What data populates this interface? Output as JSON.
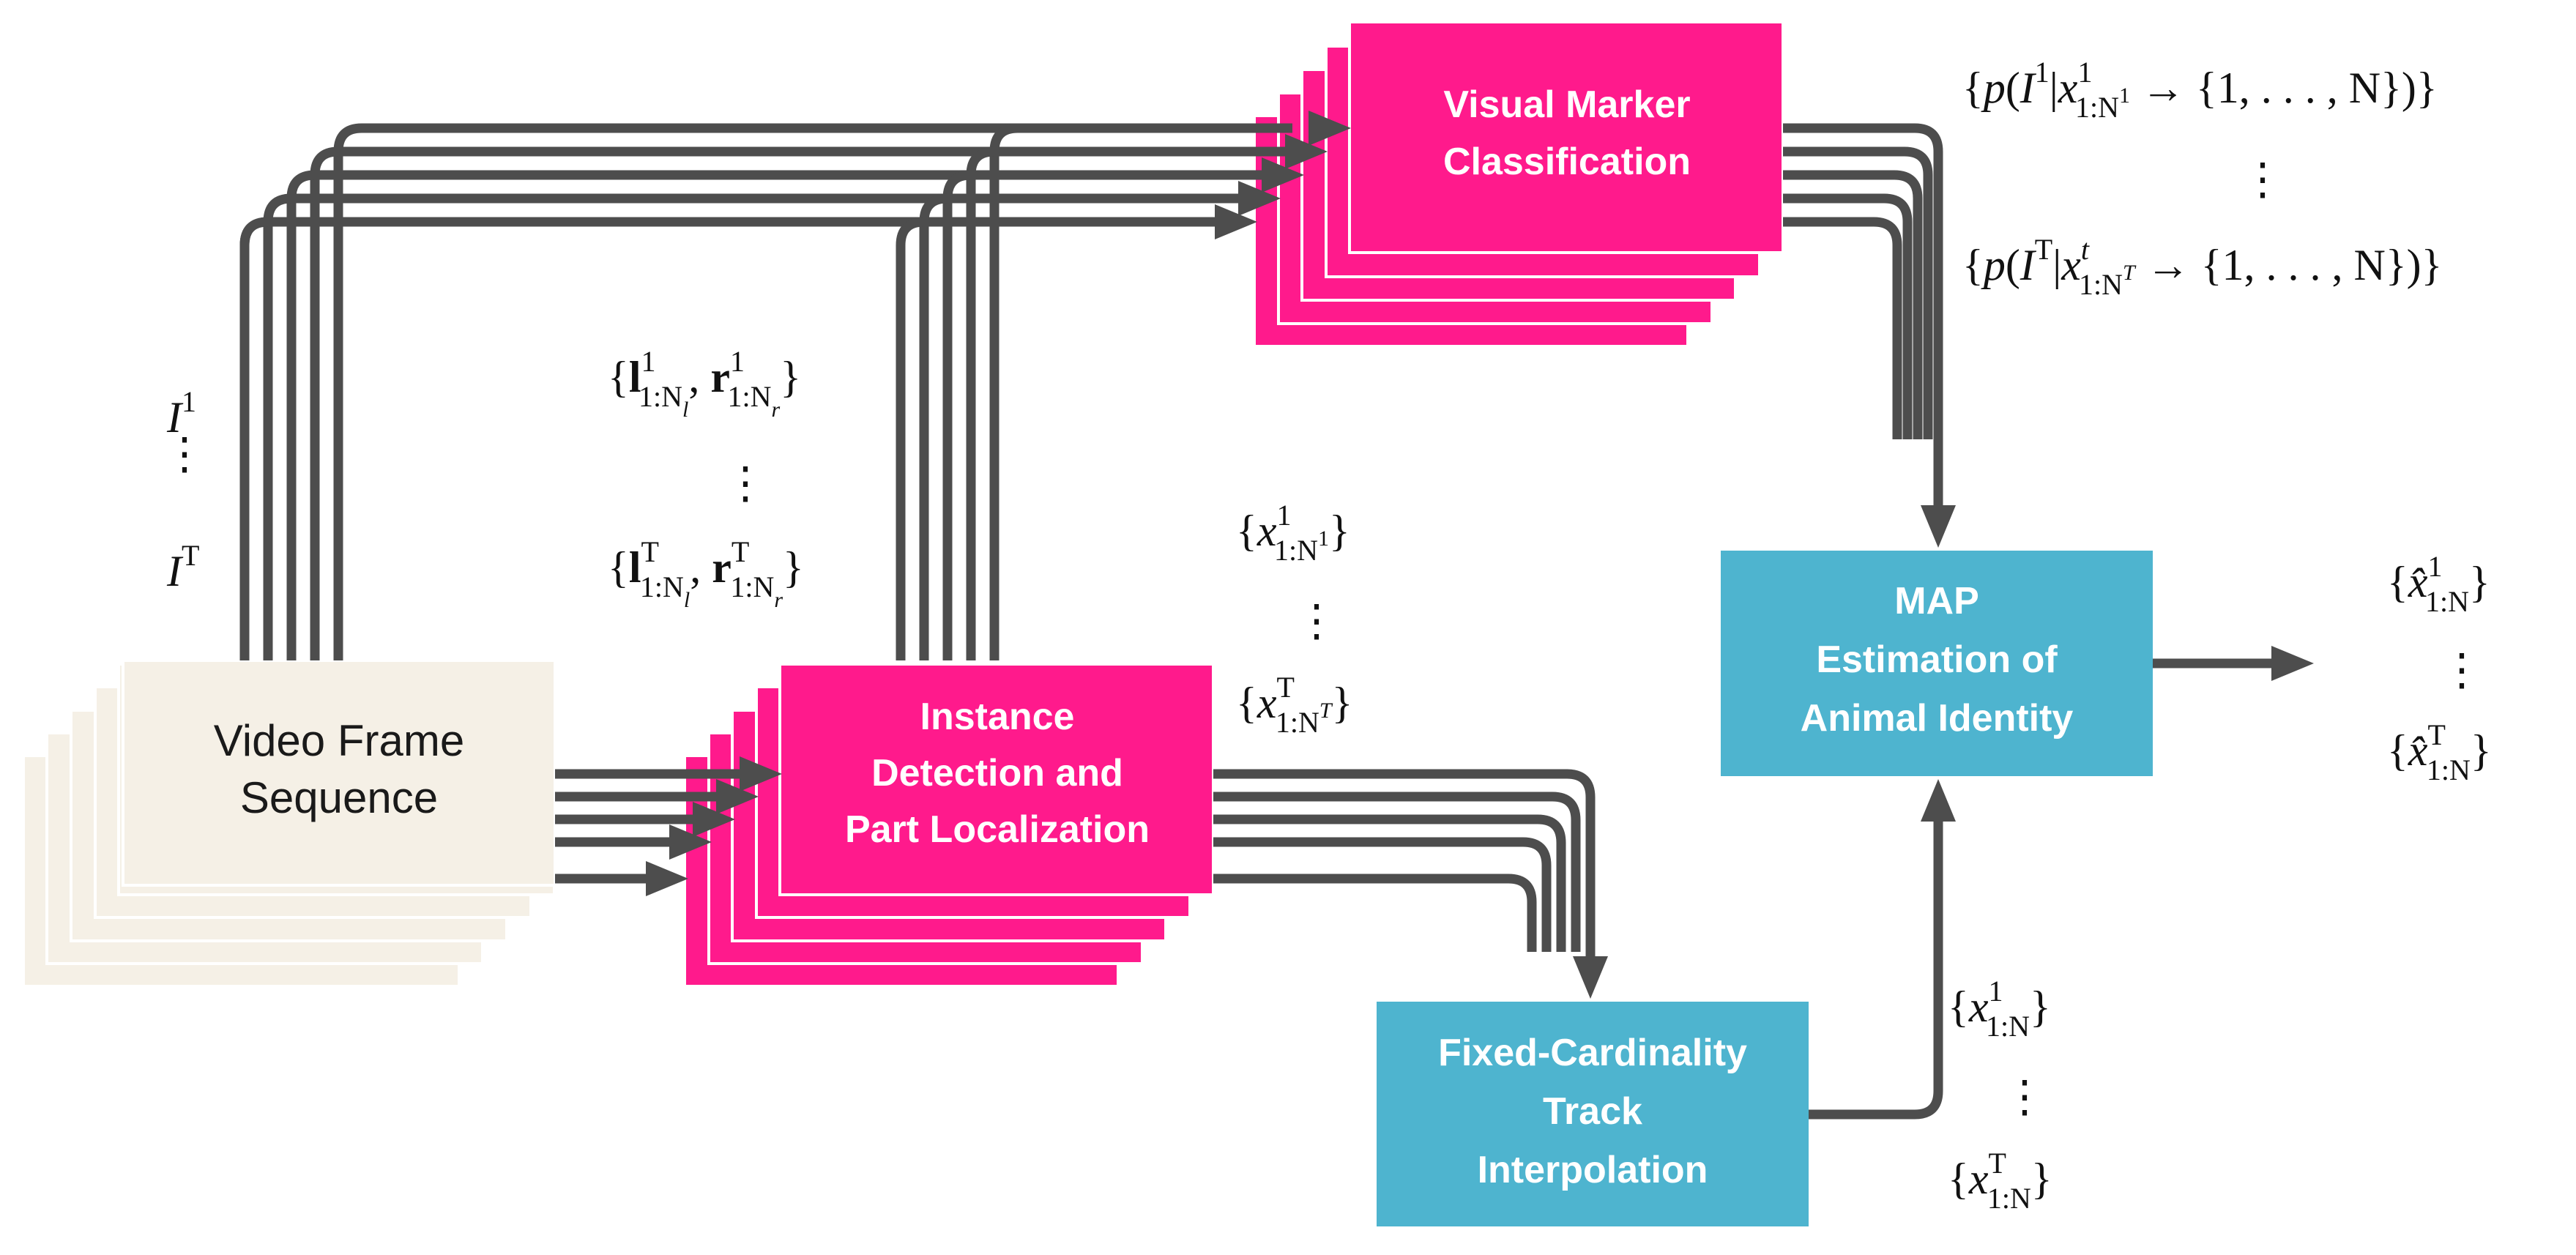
{
  "boxes": {
    "video": {
      "line1": "Video Frame",
      "line2": "Sequence"
    },
    "detect": {
      "line1": "Instance",
      "line2": "Detection and",
      "line3": "Part Localization"
    },
    "visual": {
      "line1": "Visual Marker",
      "line2": "Classification"
    },
    "interp": {
      "line1": "Fixed-Cardinality",
      "line2": "Track",
      "line3": "Interpolation"
    },
    "map": {
      "line1": "MAP",
      "line2": "Estimation of",
      "line3": "Animal Identity"
    }
  },
  "labels": {
    "frames": {
      "symbol": "I",
      "first": "1",
      "last": "T"
    },
    "parts": {
      "l": "l",
      "r": "r",
      "range": "1:N",
      "sub_l": "l",
      "sub_r": "r",
      "first": "1",
      "last": "T"
    },
    "detections": {
      "symbol": "x",
      "range": "1:N",
      "first": "1",
      "last": "T"
    },
    "classification": {
      "p": "p",
      "I": "I",
      "x": "x",
      "range": "1:N",
      "first": "1",
      "last": "T",
      "t": "t",
      "arrow": "→",
      "set": "{1, . . . , N}"
    },
    "tracks": {
      "symbol": "x",
      "range": "1:N",
      "first": "1",
      "last": "T"
    },
    "identities": {
      "symbol": "x̂",
      "range": "1:N",
      "first": "1",
      "last": "T"
    }
  },
  "colors": {
    "magenta": "#ff1a8c",
    "teal": "#4eb4cf",
    "beige": "#f5f0e6",
    "arrow": "#4d4d4d"
  }
}
